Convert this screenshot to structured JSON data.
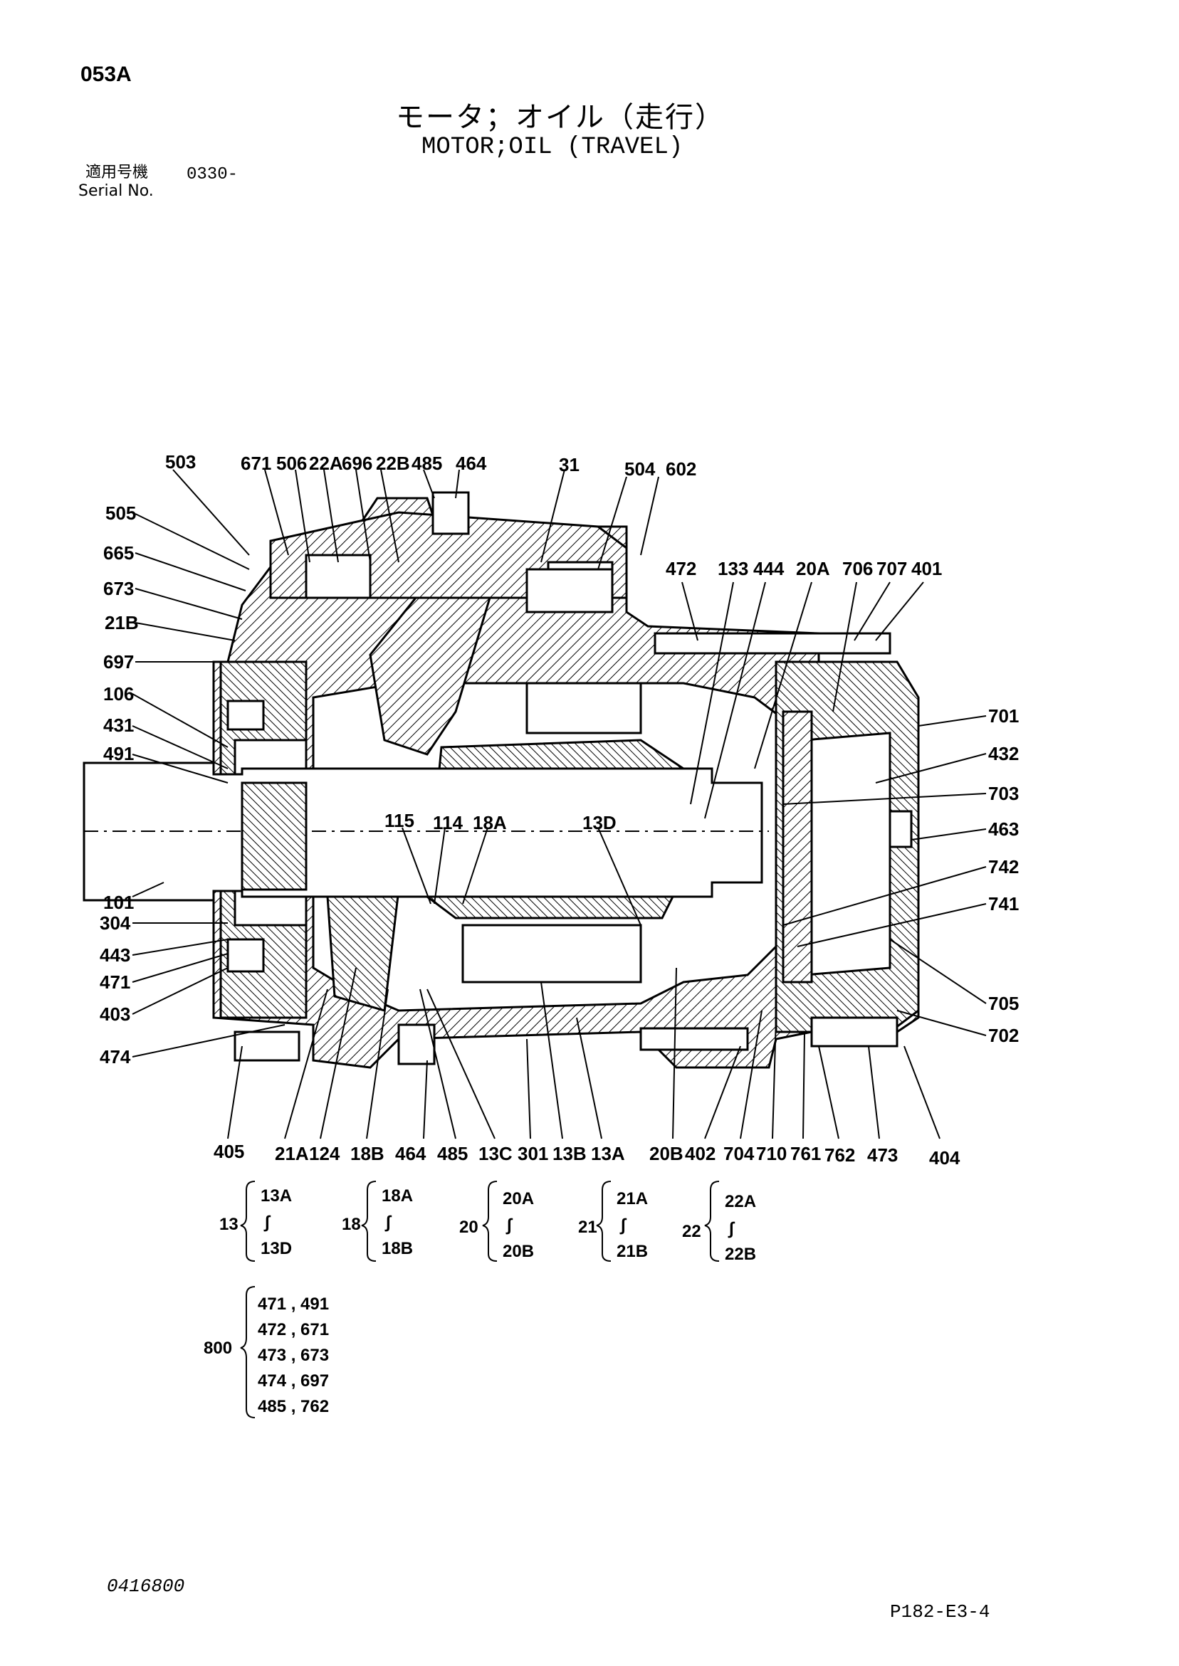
{
  "header": {
    "page_code": "053A",
    "title_jp": "モータ；オイル（走行）",
    "title_en": "MOTOR;OIL (TRAVEL)",
    "serial_label_jp": "適用号機",
    "serial_label_en": "Serial No.",
    "serial_value": "0330-"
  },
  "callouts": {
    "top": [
      "503",
      "671",
      "506",
      "22A",
      "696",
      "22B",
      "485",
      "464",
      "31",
      "504",
      "602"
    ],
    "left": [
      "505",
      "665",
      "673",
      "21B",
      "697",
      "106",
      "431",
      "491",
      "101",
      "304",
      "443",
      "471",
      "403",
      "474"
    ],
    "right_upper": [
      "472",
      "133",
      "444",
      "20A",
      "706",
      "707",
      "401"
    ],
    "right": [
      "701",
      "432",
      "703",
      "463",
      "742",
      "741",
      "705",
      "702"
    ],
    "center": [
      "115",
      "114",
      "18A",
      "13D"
    ],
    "bottom": [
      "405",
      "21A",
      "124",
      "18B",
      "464",
      "485",
      "13C",
      "301",
      "13B",
      "13A",
      "20B",
      "402",
      "704",
      "710",
      "761",
      "762",
      "473",
      "404"
    ]
  },
  "groups": [
    {
      "id": "13",
      "from": "13A",
      "to": "13D"
    },
    {
      "id": "18",
      "from": "18A",
      "to": "18B"
    },
    {
      "id": "20",
      "from": "20A",
      "to": "20B"
    },
    {
      "id": "21",
      "from": "21A",
      "to": "21B"
    },
    {
      "id": "22",
      "from": "22A",
      "to": "22B"
    }
  ],
  "kit": {
    "id": "800",
    "rows": [
      "471 , 491",
      "472 , 671",
      "473 , 673",
      "474 , 697",
      "485 , 762"
    ]
  },
  "footer": {
    "doc_number": "0416800",
    "page_ref": "P182-E3-4"
  }
}
